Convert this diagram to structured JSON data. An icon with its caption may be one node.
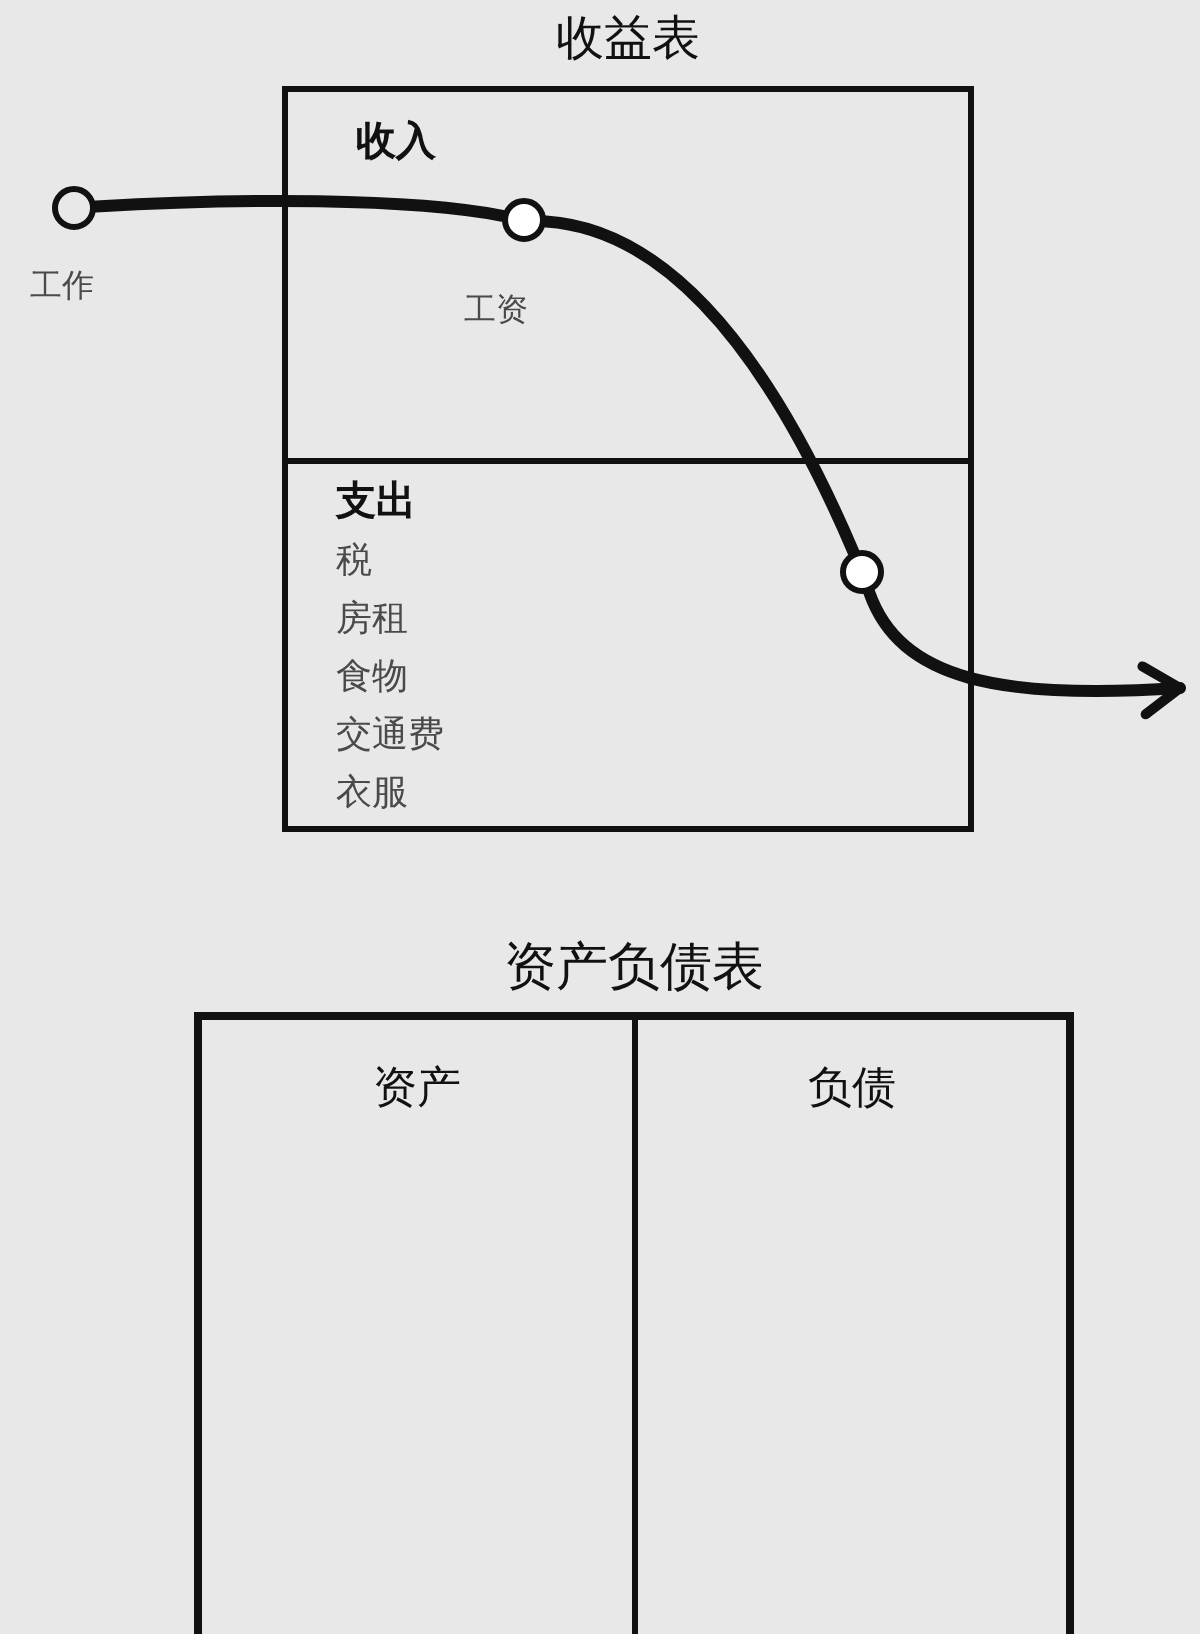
{
  "diagram": {
    "nodes": [
      {
        "text": [
          "收益表"
        ]
      },
      {
        "text": [
          "收入"
        ],
        "in": 0
      },
      {
        "text": [
          "支出",
          "税",
          "房租",
          "食物",
          "交通费",
          "衣服"
        ],
        "in": 0
      },
      {
        "text": [],
        "shape": "circle",
        "beside": [
          "工作"
        ]
      },
      {
        "text": [],
        "shape": "circle",
        "in": 1,
        "beside": [
          "工资"
        ]
      },
      {
        "text": [],
        "shape": "circle",
        "in": 2
      },
      {
        "text": [
          "资产负债表"
        ]
      },
      {
        "text": [
          "资产"
        ],
        "in": 6
      },
      {
        "text": [
          "负债"
        ],
        "in": 6
      }
    ],
    "edges": [
      {
        "from": 3,
        "to": 4,
        "arrow": "none"
      },
      {
        "from": 4,
        "to": 5,
        "arrow": "none"
      },
      {
        "from": 5,
        "to": null,
        "arrow": "to"
      }
    ]
  }
}
